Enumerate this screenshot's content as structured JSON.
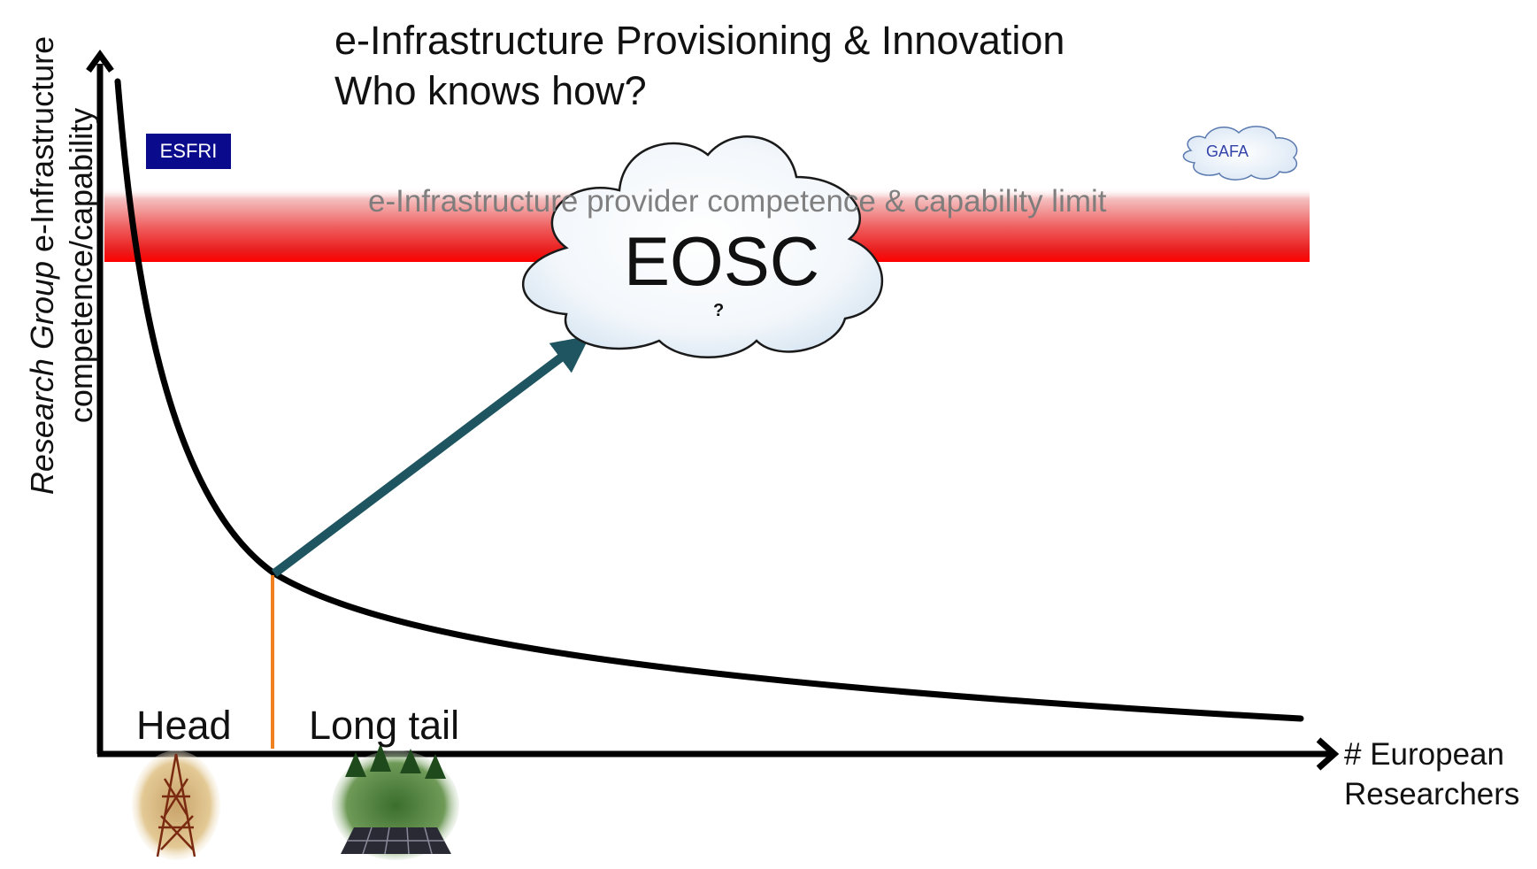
{
  "title": {
    "line1": "e-Infrastructure Provisioning & Innovation",
    "line2": "Who knows how?"
  },
  "y_axis": {
    "label_italic": "Research Group",
    "label_rest": " e-Infrastructure",
    "label_line2": "competence/capability"
  },
  "x_axis": {
    "label_line1": "# European",
    "label_line2": "Researchers"
  },
  "regions": {
    "head": "Head",
    "long_tail": "Long tail"
  },
  "limit_band": {
    "label": "e-Infrastructure provider competence & capability limit",
    "color": "#e8101a"
  },
  "badges": {
    "esfri": "ESFRI",
    "gafa": "GAFA",
    "esfri_color": "#0a0a8c"
  },
  "cloud": {
    "label": "EOSC",
    "sub": "?"
  },
  "colors": {
    "arrow": "#1f5560",
    "divider": "#f08020",
    "curve": "#000000"
  }
}
